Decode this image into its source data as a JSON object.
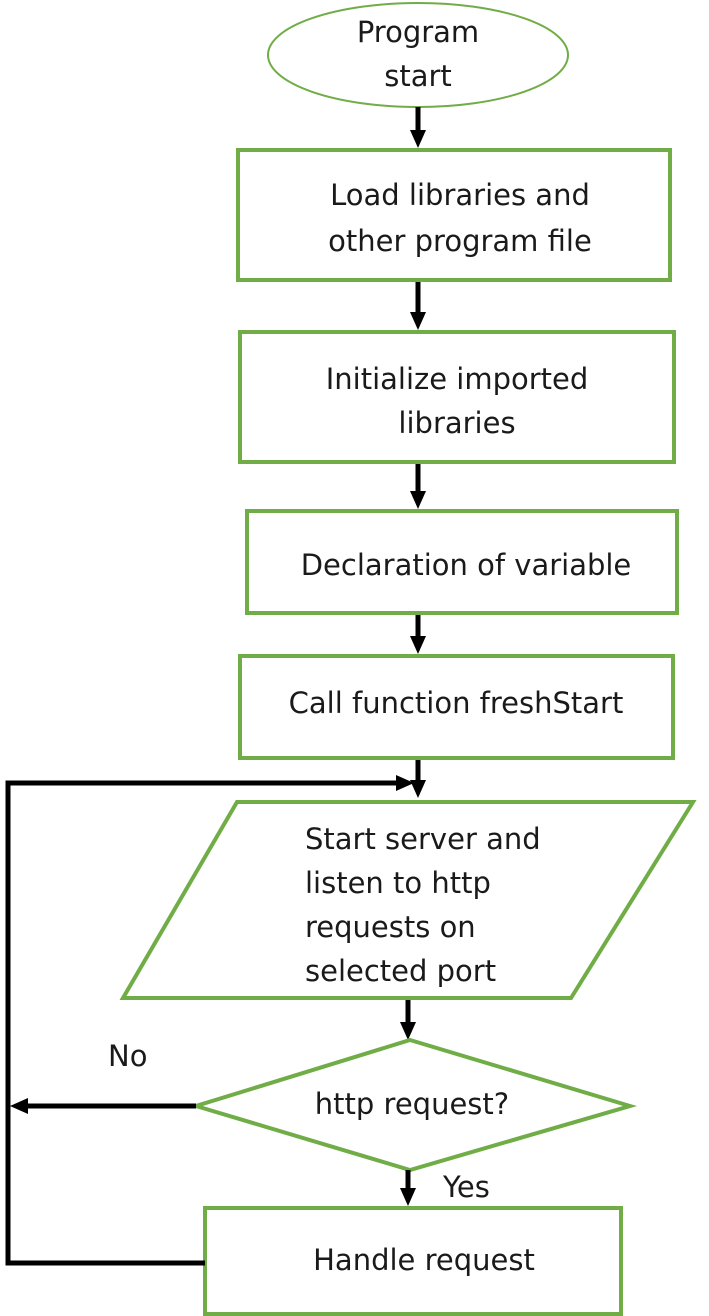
{
  "diagram": {
    "start": {
      "line1": "Program",
      "line2": "start"
    },
    "load": {
      "line1": "Load libraries and",
      "line2": "other program file"
    },
    "init": {
      "line1": "Initialize imported",
      "line2": "libraries"
    },
    "declare": {
      "text": "Declaration of variable"
    },
    "call": {
      "text": "Call function freshStart"
    },
    "server": {
      "line1": "Start server and",
      "line2": "listen to http",
      "line3": "requests on",
      "line4": "selected port"
    },
    "decision": {
      "text": "http request?"
    },
    "handle": {
      "text": "Handle request"
    },
    "no_label": "No",
    "yes_label": "Yes"
  },
  "colors": {
    "shape_stroke": "#70ad47",
    "connector": "#000000",
    "text": "#1a1a1a"
  }
}
